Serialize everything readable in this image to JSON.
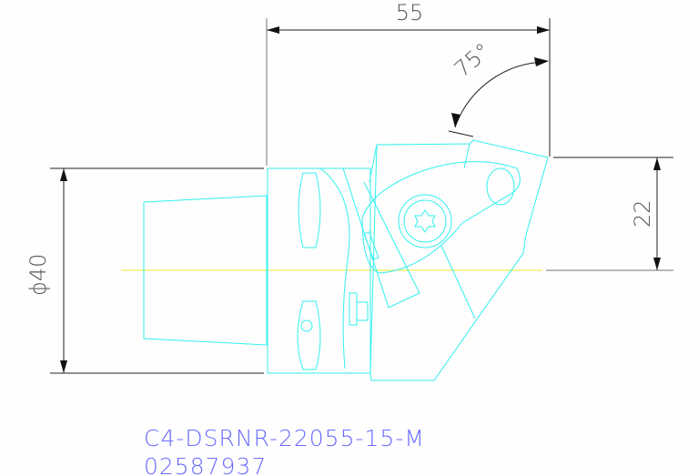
{
  "drawing": {
    "dimensions": {
      "length": "55",
      "angle": "75°",
      "diameter": "ϕ40",
      "height": "22"
    },
    "part_number": "C4-DSRNR-22055-15-M",
    "article_number": "02587937",
    "colors": {
      "outline": "#33f0f0",
      "centerline": "#f0f060",
      "text": "#6b6bff",
      "dimension_lines": "#222222"
    }
  }
}
